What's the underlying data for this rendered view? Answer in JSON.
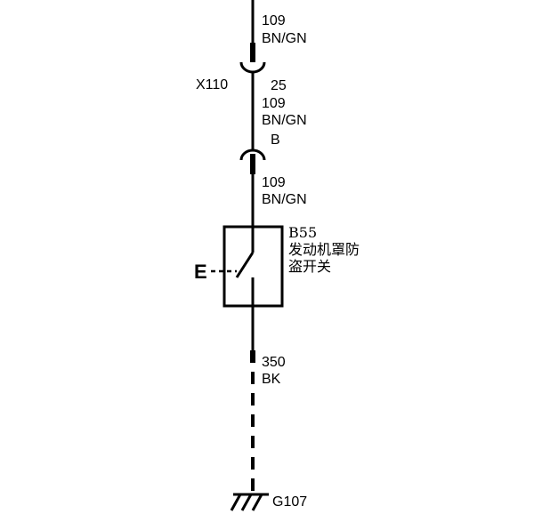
{
  "wire_segments": [
    {
      "circuit": "109",
      "color": "BN/GN"
    },
    {
      "circuit": "109",
      "color": "BN/GN"
    },
    {
      "circuit": "109",
      "color": "BN/GN"
    },
    {
      "circuit": "350",
      "color": "BK"
    }
  ],
  "connector_x110": {
    "name": "X110",
    "pin": "25"
  },
  "connector_b": {
    "pin": "B"
  },
  "switch": {
    "id": "B55",
    "name_line1": "发动机罩防",
    "name_line2": "盗开关",
    "terminal_label": "E"
  },
  "ground": {
    "id": "G107"
  }
}
